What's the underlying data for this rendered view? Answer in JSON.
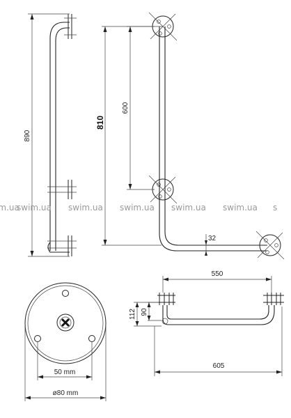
{
  "dimensions": {
    "total_height": "890",
    "mount_height": "810",
    "bar_span": "600",
    "offset": "32",
    "top_length": "550",
    "projection": "112",
    "inner_projection": "90",
    "overall_length": "605",
    "hole_spacing": "50 mm",
    "flange_diameter": "ø80 mm"
  },
  "watermark": [
    "swim.ua",
    "swim.ua",
    "swim.ua",
    "swim.ua",
    "swim.ua",
    "swim.ua"
  ]
}
